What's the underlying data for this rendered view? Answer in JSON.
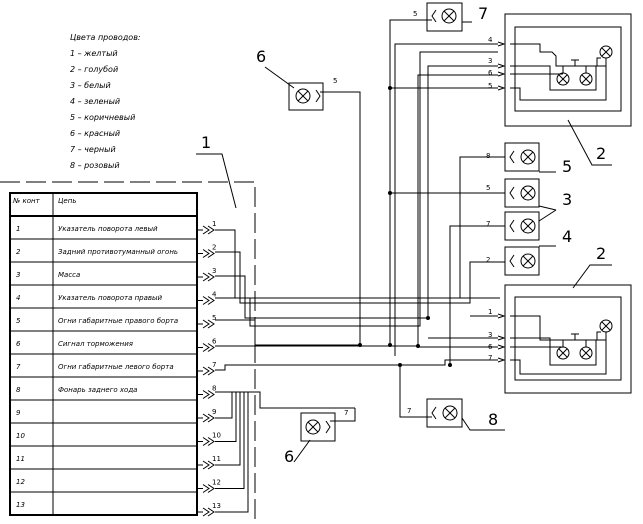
{
  "legend": {
    "title": "Цвета проводов:",
    "items": [
      "1 – желтый",
      "2 – голубой",
      "3 – белый",
      "4 – зеленый",
      "5 – коричневый",
      "6 – красный",
      "7 – черный",
      "8 – розовый"
    ]
  },
  "table": {
    "headers": [
      "№ конт",
      "Цепь"
    ],
    "rows": [
      [
        "1",
        "Указатель поворота левый"
      ],
      [
        "2",
        "Задний противотуманный огонь"
      ],
      [
        "3",
        "Масса"
      ],
      [
        "4",
        "Указатель поворота правый"
      ],
      [
        "5",
        "Огни габаритные правого борта"
      ],
      [
        "6",
        "Сигнал торможения"
      ],
      [
        "7",
        "Огни габаритные левого борта"
      ],
      [
        "8",
        "Фонарь заднего хода"
      ],
      [
        "9",
        ""
      ],
      [
        "10",
        ""
      ],
      [
        "11",
        ""
      ],
      [
        "12",
        ""
      ],
      [
        "13",
        ""
      ]
    ]
  },
  "pins": [
    "1",
    "2",
    "3",
    "4",
    "5",
    "6",
    "7",
    "8",
    "9",
    "10",
    "11",
    "12",
    "13"
  ],
  "callouts": {
    "c1": "1",
    "c2_top": "2",
    "c2_bottom": "2",
    "c3": "3",
    "c4": "4",
    "c5": "5",
    "c6_top": "6",
    "c6_bottom": "6",
    "c7": "7",
    "c8": "8"
  },
  "wire_labels": {
    "w_lamp7_top": "5",
    "w_lamp6_top": "5",
    "w_lamp8_right": "8",
    "w_lamp5_right": "5",
    "w_lamp7_right": "7",
    "w_lamp2_right": "2",
    "w_lamp6_bottom": "7",
    "w_lamp8_bottom": "7",
    "box1_4": "4",
    "box1_3": "3",
    "box1_6": "6",
    "box1_5": "5",
    "box2_1": "1",
    "box2_3": "3",
    "box2_6": "6",
    "box2_7": "7"
  }
}
